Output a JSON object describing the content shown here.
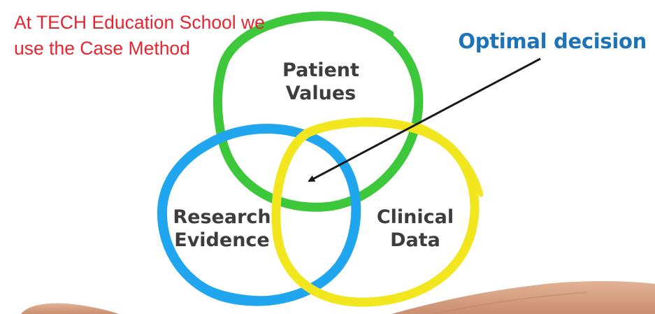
{
  "caption": {
    "line1": "At TECH Education School we",
    "line2": "use the Case Method"
  },
  "callout": {
    "text": "Optimal decision",
    "color": "#1c73b8"
  },
  "circles": [
    {
      "id": "patient-values",
      "line1": "Patient",
      "line2": "Values",
      "color": "#3cc83a"
    },
    {
      "id": "research-evidence",
      "line1": "Research",
      "line2": "Evidence",
      "color": "#20a6ee"
    },
    {
      "id": "clinical-data",
      "line1": "Clinical",
      "line2": "Data",
      "color": "#f2e61e"
    }
  ],
  "colors": {
    "caption": "#e8252f",
    "labels": "#3d3d3d",
    "arrow": "#1a1a1a",
    "hand": "#d9a385"
  },
  "icons": {
    "arrow": "arrow-pointing-to-intersection-icon",
    "hand": "hand-palm-icon"
  }
}
